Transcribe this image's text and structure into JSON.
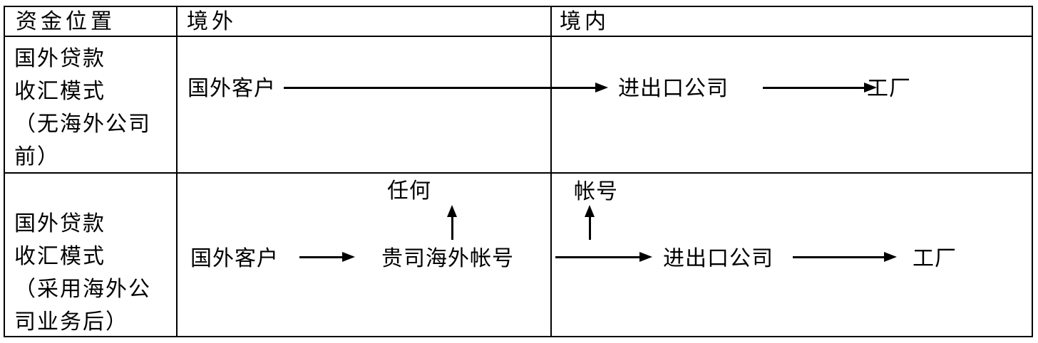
{
  "header": {
    "fund_position": "资金位置",
    "overseas": "境外",
    "domestic": "境内"
  },
  "row1": {
    "label_lines": [
      "国外贷款",
      "收汇模式",
      "（无海外公司",
      "前）"
    ],
    "overseas_customer": "国外客户",
    "import_export_company": "进出口公司",
    "factory": "工厂"
  },
  "row2": {
    "label_lines": [
      "国外贷款",
      "收汇模式",
      "（采用海外公",
      "司业务后）"
    ],
    "overseas_customer": "国外客户",
    "any_label": "任何",
    "company_overseas_account": "贵司海外帐号",
    "account_label": "帐号",
    "import_export_company": "进出口公司",
    "factory": "工厂"
  },
  "colors": {
    "border": "#000000",
    "text": "#000000",
    "background": "#ffffff"
  }
}
